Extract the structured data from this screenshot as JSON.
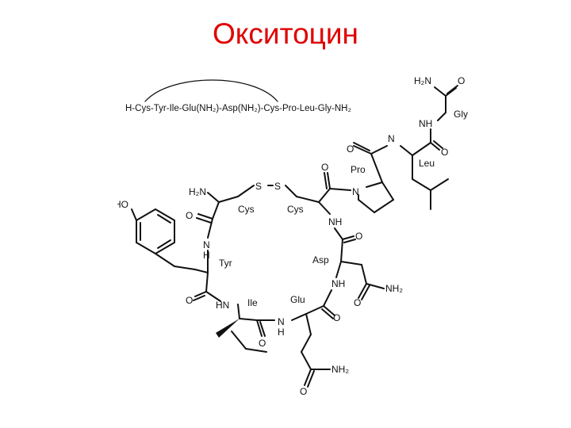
{
  "title": "Окситоцин",
  "colors": {
    "title": "#e00000",
    "ink": "#111111",
    "background": "#ffffff"
  },
  "sequence": "H-Cys-Tyr-Ile-Glu(NH₂)-Asp(NH₂)-Cys-Pro-Leu-Gly-NH₂",
  "residues": {
    "cys1": "Cys",
    "cys2": "Cys",
    "tyr": "Tyr",
    "ile": "Ile",
    "glu": "Glu",
    "asp": "Asp",
    "pro": "Pro",
    "leu": "Leu",
    "gly": "Gly"
  },
  "atoms": {
    "s": "S",
    "n": "N",
    "o": "O",
    "nh": "NH",
    "hn": "HN",
    "h2n": "H₂N",
    "nh2": "NH₂",
    "ho": "HO"
  }
}
